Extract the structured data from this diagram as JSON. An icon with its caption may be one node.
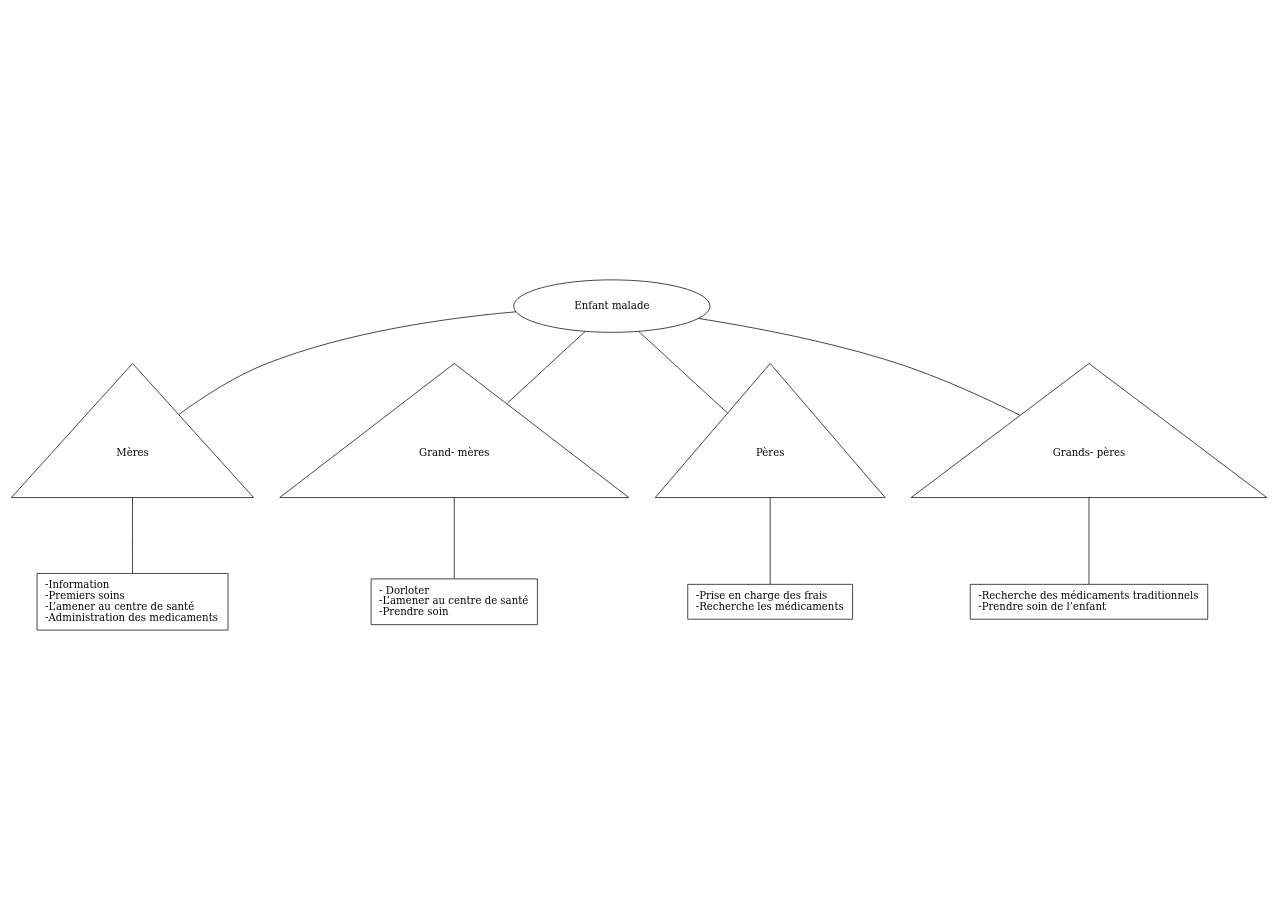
{
  "diagram": {
    "nodes": [
      {
        "text": [
          "Enfant malade"
        ]
      },
      {
        "text": [
          "Mères"
        ]
      },
      {
        "text": [
          "Grand- mères"
        ]
      },
      {
        "text": [
          "Pères"
        ]
      },
      {
        "text": [
          "Grands- pères"
        ]
      },
      {
        "text": [
          "-Information",
          "-Premiers soins",
          "-L’amener au centre de santé",
          "-Administration des medicaments"
        ]
      },
      {
        "text": [
          "- Dorloter",
          "-L’amener au centre de santé",
          "-Prendre soin"
        ]
      },
      {
        "text": [
          "-Prise en charge des frais",
          "-Recherche les médicaments"
        ]
      },
      {
        "text": [
          "-Recherche des médicaments traditionnels",
          "-Prendre soin de l’enfant"
        ]
      }
    ],
    "edges": [
      {
        "from": 0,
        "to": 1,
        "arrow": "none"
      },
      {
        "from": 0,
        "to": 2,
        "arrow": "none"
      },
      {
        "from": 0,
        "to": 3,
        "arrow": "none"
      },
      {
        "from": 0,
        "to": 4,
        "arrow": "none"
      },
      {
        "from": 1,
        "to": 5,
        "arrow": "none"
      },
      {
        "from": 2,
        "to": 6,
        "arrow": "none"
      },
      {
        "from": 3,
        "to": 7,
        "arrow": "none"
      },
      {
        "from": 4,
        "to": 8,
        "arrow": "none"
      }
    ]
  }
}
